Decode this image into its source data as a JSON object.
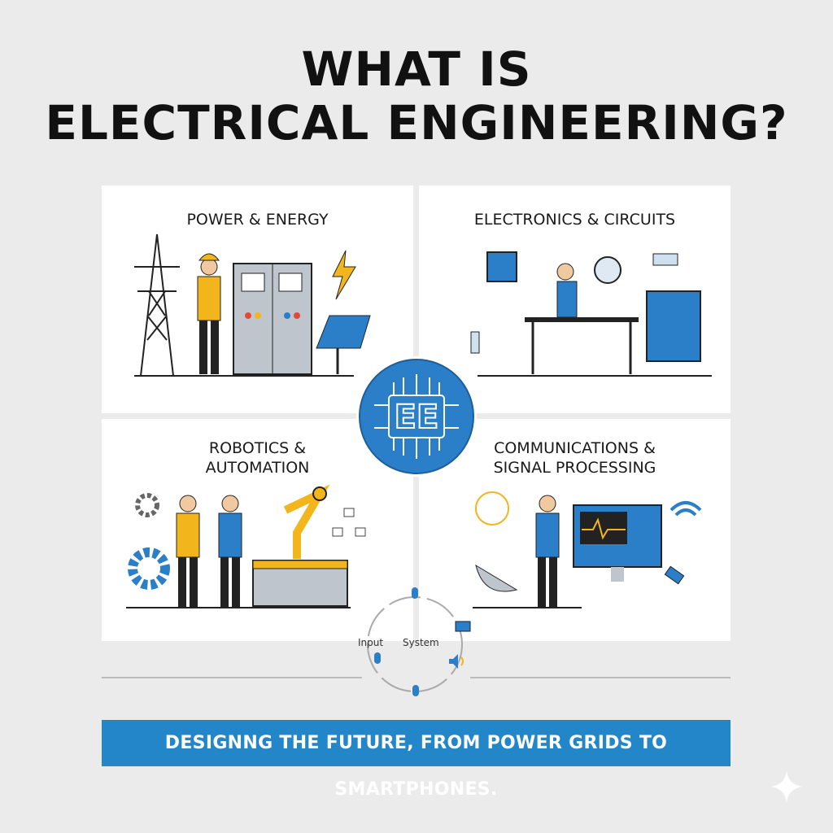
{
  "title": {
    "line1": "WHAT IS",
    "line2": "ELECTRICAL ENGINEERING?"
  },
  "panels": [
    {
      "id": "power",
      "title": "POWER & ENERGY"
    },
    {
      "id": "electronics",
      "title": "ELECTRONICS & CIRCUITS"
    },
    {
      "id": "robotics",
      "title_line1": "ROBOTICS &",
      "title_line2": "AUTOMATION"
    },
    {
      "id": "communications",
      "title_line1": "COMMUNICATIONS &",
      "title_line2": "SIGNAL PROCESSING"
    }
  ],
  "hub": {
    "logo_text": "EE"
  },
  "cycle": {
    "labels": {
      "input": "Input",
      "system": "System"
    }
  },
  "banner": {
    "text": "DESIGNNG THE FUTURE, FROM POWER GRIDS TO SMARTPHONES."
  },
  "colors": {
    "accent_blue": "#2a7fc8",
    "accent_yellow": "#f2b51c",
    "background": "#ebebeb"
  }
}
